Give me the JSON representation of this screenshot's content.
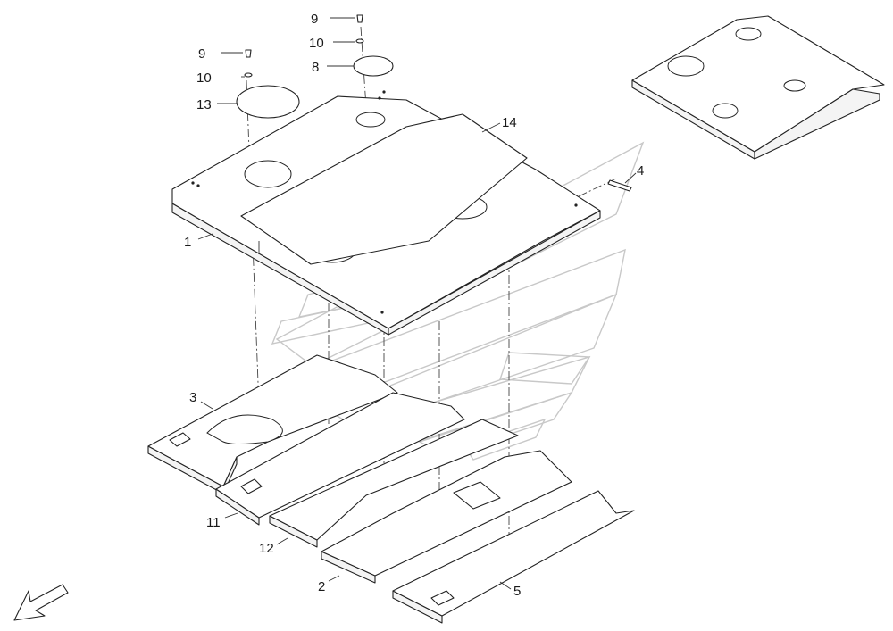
{
  "diagram": {
    "callouts": [
      {
        "id": "c9a",
        "text": "9"
      },
      {
        "id": "c10a",
        "text": "10"
      },
      {
        "id": "c13",
        "text": "13"
      },
      {
        "id": "c9b",
        "text": "9"
      },
      {
        "id": "c10b",
        "text": "10"
      },
      {
        "id": "c8",
        "text": "8"
      },
      {
        "id": "c14",
        "text": "14"
      },
      {
        "id": "c4",
        "text": "4"
      },
      {
        "id": "c1",
        "text": "1"
      },
      {
        "id": "c3",
        "text": "3"
      },
      {
        "id": "c11",
        "text": "11"
      },
      {
        "id": "c12",
        "text": "12"
      },
      {
        "id": "c2",
        "text": "2"
      },
      {
        "id": "c5",
        "text": "5"
      }
    ]
  }
}
